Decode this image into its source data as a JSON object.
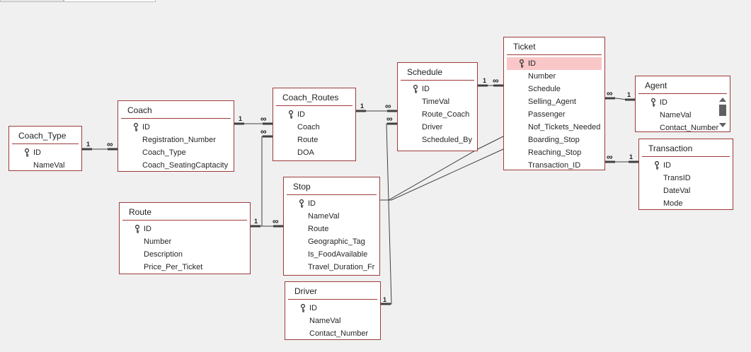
{
  "tables": [
    {
      "key": "coach_type",
      "title": "Coach_Type",
      "fields": [
        {
          "name": "ID",
          "pk": true
        },
        {
          "name": "NameVal"
        }
      ]
    },
    {
      "key": "coach",
      "title": "Coach",
      "fields": [
        {
          "name": "ID",
          "pk": true
        },
        {
          "name": "Registration_Number"
        },
        {
          "name": "Coach_Type"
        },
        {
          "name": "Coach_SeatingCaptacity"
        }
      ]
    },
    {
      "key": "coach_routes",
      "title": "Coach_Routes",
      "fields": [
        {
          "name": "ID",
          "pk": true
        },
        {
          "name": "Coach"
        },
        {
          "name": "Route"
        },
        {
          "name": "DOA"
        }
      ]
    },
    {
      "key": "schedule",
      "title": "Schedule",
      "fields": [
        {
          "name": "ID",
          "pk": true
        },
        {
          "name": "TimeVal"
        },
        {
          "name": "Route_Coach"
        },
        {
          "name": "Driver"
        },
        {
          "name": "Scheduled_By"
        }
      ]
    },
    {
      "key": "ticket",
      "title": "Ticket",
      "fields": [
        {
          "name": "ID",
          "pk": true,
          "selected": true
        },
        {
          "name": "Number"
        },
        {
          "name": "Schedule"
        },
        {
          "name": "Selling_Agent"
        },
        {
          "name": "Passenger"
        },
        {
          "name": "Nof_Tickets_Needed"
        },
        {
          "name": "Boarding_Stop"
        },
        {
          "name": "Reaching_Stop"
        },
        {
          "name": "Transaction_ID"
        }
      ]
    },
    {
      "key": "agent",
      "title": "Agent",
      "fields": [
        {
          "name": "ID",
          "pk": true
        },
        {
          "name": "NameVal"
        },
        {
          "name": "Contact_Number"
        }
      ]
    },
    {
      "key": "transaction",
      "title": "Transaction",
      "fields": [
        {
          "name": "ID",
          "pk": true
        },
        {
          "name": "TransID"
        },
        {
          "name": "DateVal"
        },
        {
          "name": "Mode"
        }
      ]
    },
    {
      "key": "route",
      "title": "Route",
      "fields": [
        {
          "name": "ID",
          "pk": true
        },
        {
          "name": "Number"
        },
        {
          "name": "Description"
        },
        {
          "name": "Price_Per_Ticket"
        }
      ]
    },
    {
      "key": "stop",
      "title": "Stop",
      "fields": [
        {
          "name": "ID",
          "pk": true
        },
        {
          "name": "NameVal"
        },
        {
          "name": "Route"
        },
        {
          "name": "Geographic_Tag"
        },
        {
          "name": "Is_FoodAvailable"
        },
        {
          "name": "Travel_Duration_Fr"
        }
      ]
    },
    {
      "key": "driver",
      "title": "Driver",
      "fields": [
        {
          "name": "ID",
          "pk": true
        },
        {
          "name": "NameVal"
        },
        {
          "name": "Contact_Number"
        }
      ]
    }
  ],
  "relationship_labels": {
    "one": "1",
    "many": "∞"
  },
  "colors": {
    "table_border": "#9e3a3a",
    "line": "#404040",
    "selected_field": "#f9c7c7",
    "background": "#f0f0f0"
  },
  "icons": {
    "primary_key": "key-icon",
    "scroll_up": "scroll-up-arrow-icon",
    "scroll_down": "scroll-down-arrow-icon"
  }
}
